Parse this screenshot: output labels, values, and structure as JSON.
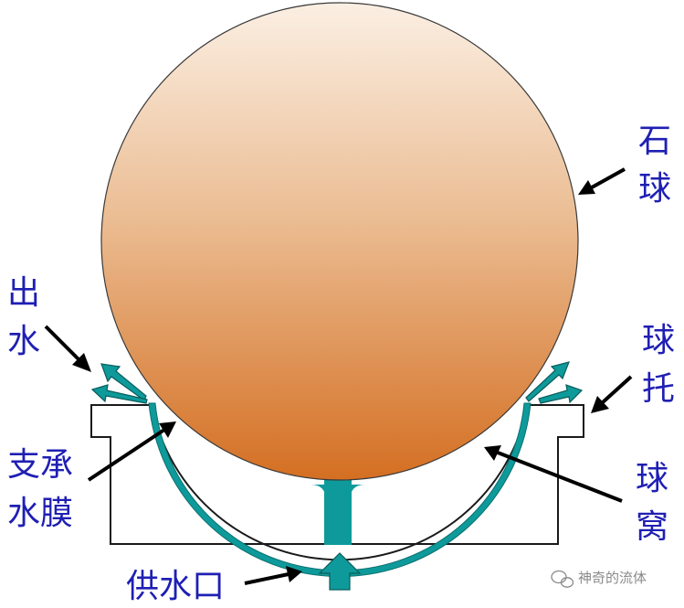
{
  "labels": {
    "stone_ball": [
      "石",
      "球"
    ],
    "water_out": [
      "出",
      "水"
    ],
    "ball_holder": [
      "球",
      "托"
    ],
    "support_film": [
      "支承",
      "水膜"
    ],
    "ball_socket": [
      "球",
      "窝"
    ],
    "water_inlet": "供水口"
  },
  "watermark": "神奇的流体",
  "colors": {
    "ball_top": "#fbefe3",
    "ball_bottom": "#d46f22",
    "water": "#0e9a9a",
    "label": "#1f1fb4",
    "outline": "#1a1a1a"
  }
}
